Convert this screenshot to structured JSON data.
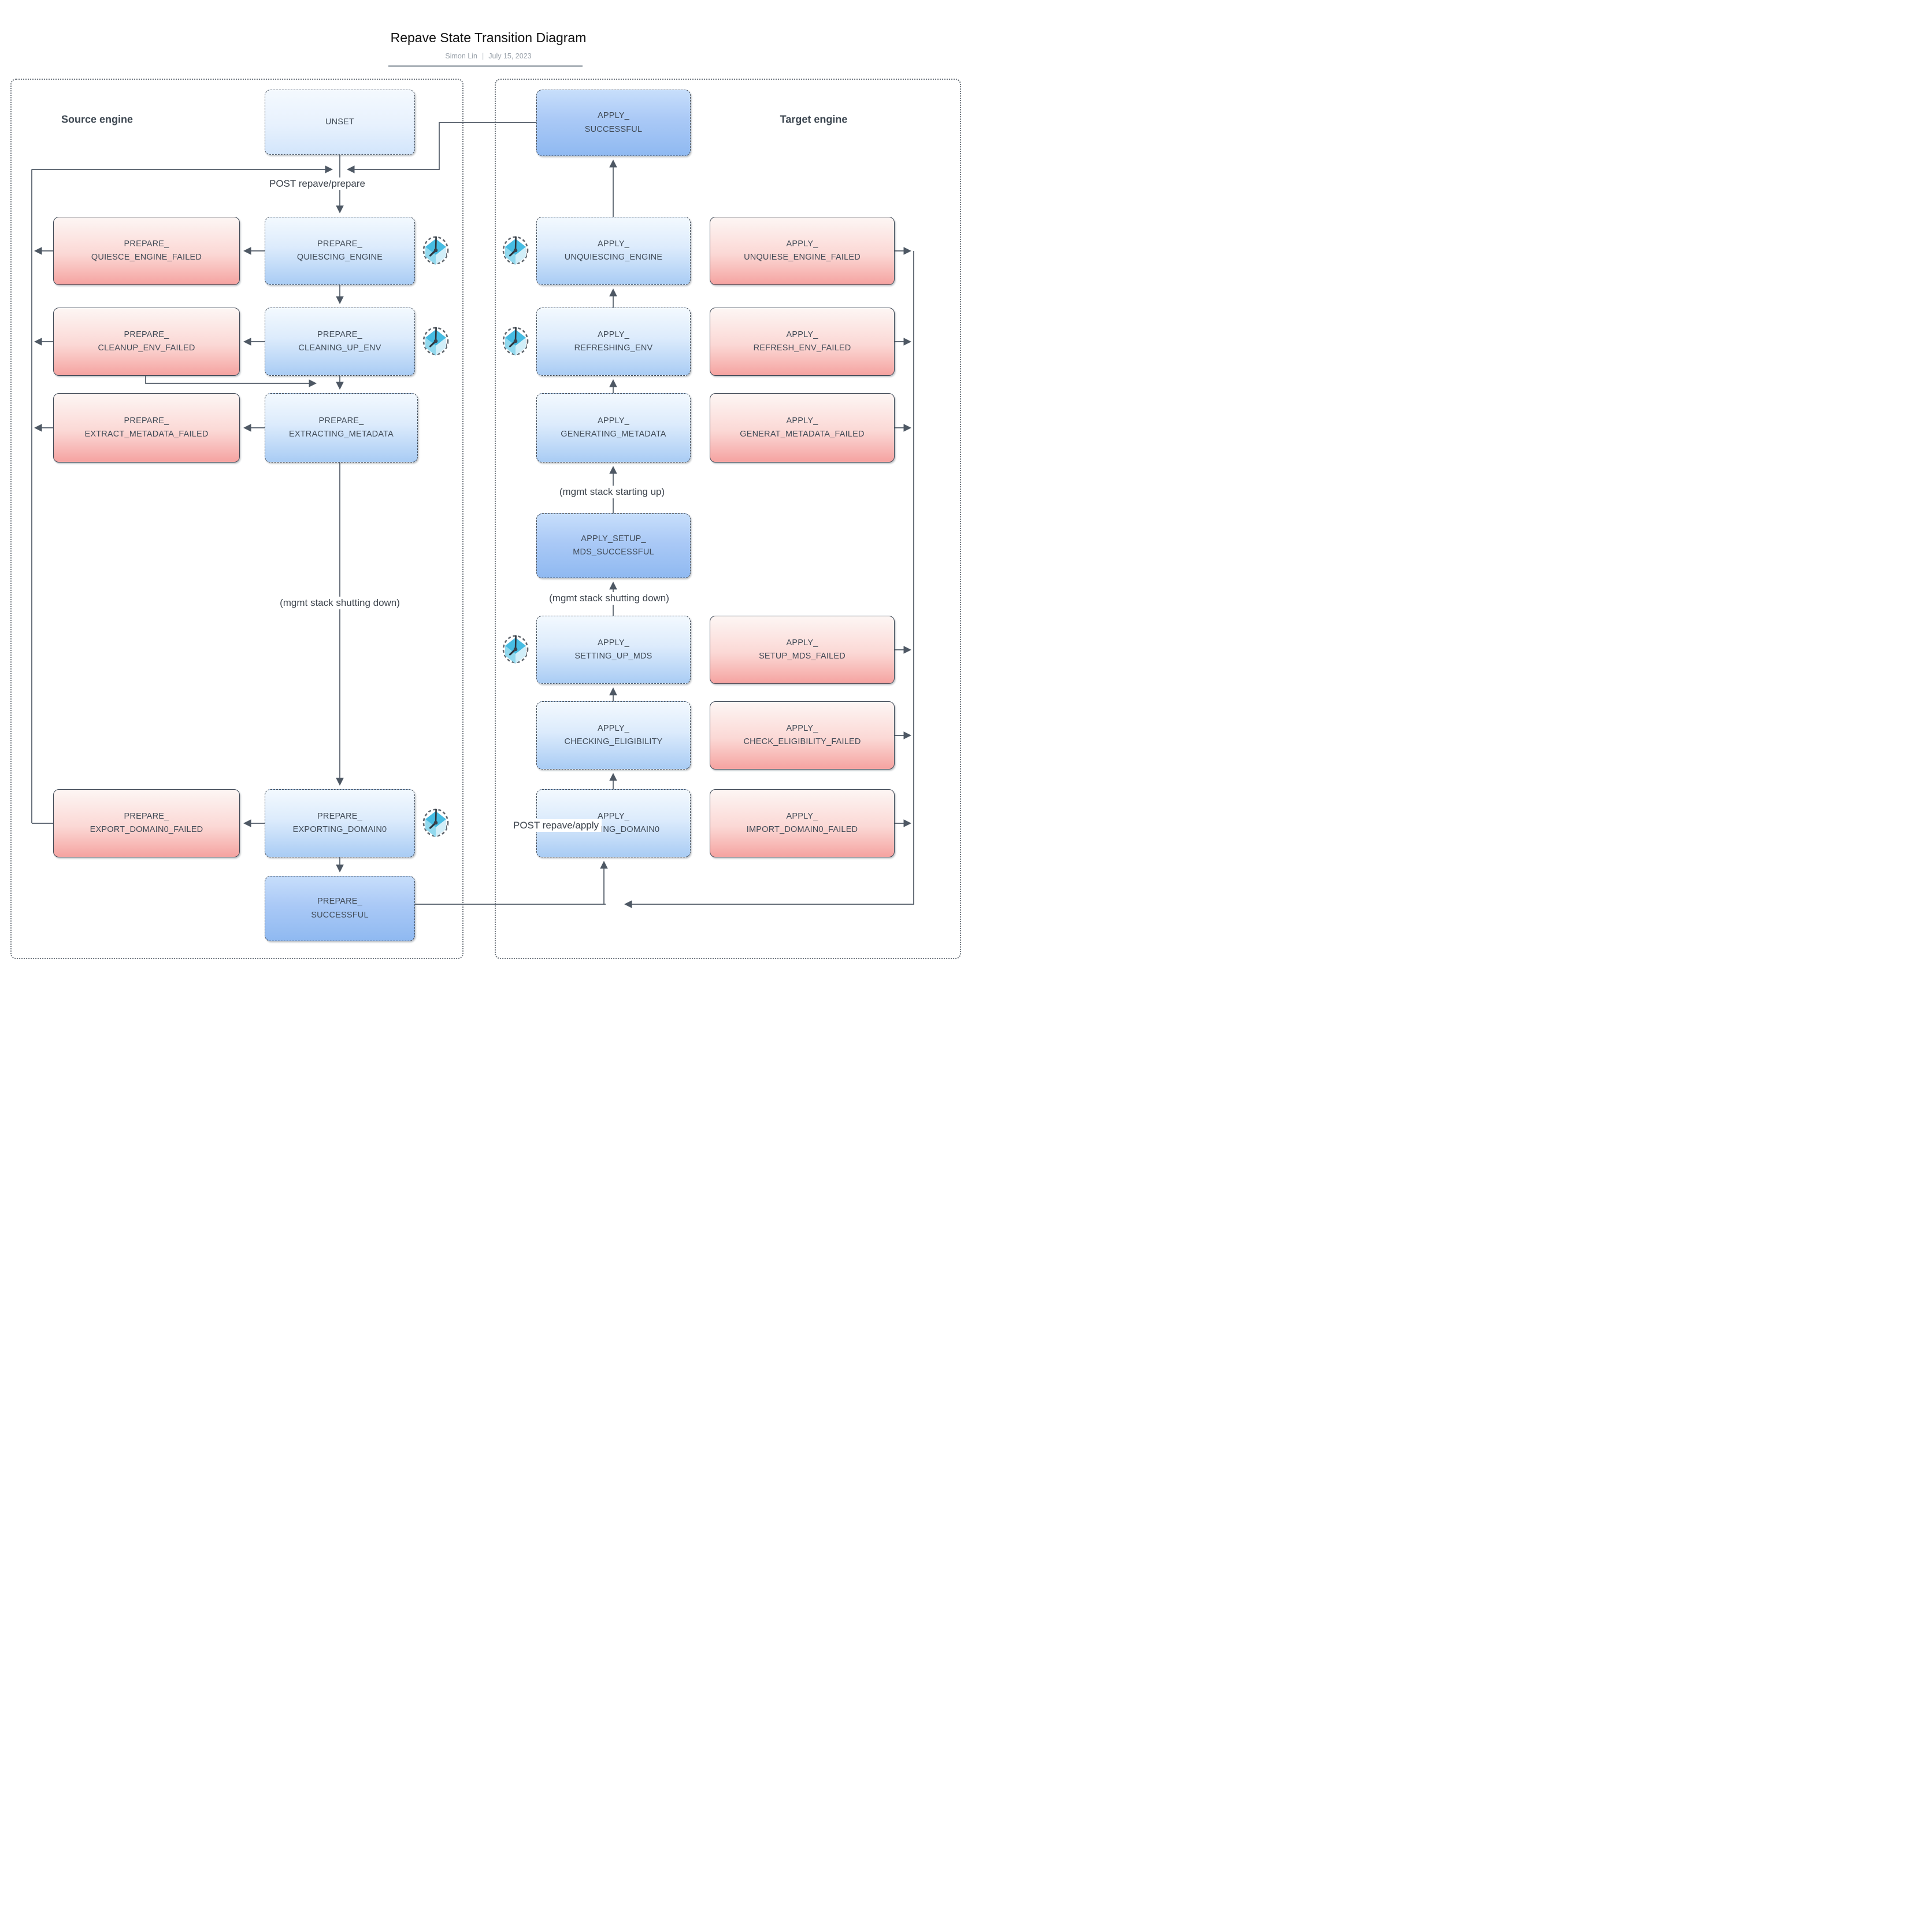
{
  "title": "Repave State Transition Diagram",
  "byline": {
    "author": "Simon Lin",
    "separator": "|",
    "date": "July 15, 2023"
  },
  "containers": {
    "source": "Source engine",
    "target": "Target engine"
  },
  "nodes": {
    "unset": {
      "label": [
        "UNSET"
      ],
      "kind": "state-light"
    },
    "prepare_quiescing_engine": {
      "label": [
        "PREPARE_",
        "QUIESCING_ENGINE"
      ],
      "kind": "state"
    },
    "prepare_quiesce_engine_failed": {
      "label": [
        "PREPARE_",
        "QUIESCE_ENGINE_FAILED"
      ],
      "kind": "failed"
    },
    "prepare_cleaning_up_env": {
      "label": [
        "PREPARE_",
        "CLEANING_UP_ENV"
      ],
      "kind": "state"
    },
    "prepare_cleanup_env_failed": {
      "label": [
        "PREPARE_",
        "CLEANUP_ENV_FAILED"
      ],
      "kind": "failed"
    },
    "prepare_extracting_metadata": {
      "label": [
        "PREPARE_",
        "EXTRACTING_METADATA"
      ],
      "kind": "state"
    },
    "prepare_extract_metadata_failed": {
      "label": [
        "PREPARE_",
        "EXTRACT_METADATA_FAILED"
      ],
      "kind": "failed"
    },
    "prepare_exporting_domain0": {
      "label": [
        "PREPARE_",
        "EXPORTING_DOMAIN0"
      ],
      "kind": "state"
    },
    "prepare_export_domain0_failed": {
      "label": [
        "PREPARE_",
        "EXPORT_DOMAIN0_FAILED"
      ],
      "kind": "failed"
    },
    "prepare_successful": {
      "label": [
        "PREPARE_",
        "SUCCESSFUL"
      ],
      "kind": "state-deep"
    },
    "apply_successful": {
      "label": [
        "APPLY_",
        "SUCCESSFUL"
      ],
      "kind": "state-deep"
    },
    "apply_unquiescing_engine": {
      "label": [
        "APPLY_",
        "UNQUIESCING_ENGINE"
      ],
      "kind": "state"
    },
    "apply_unquiese_engine_failed": {
      "label": [
        "APPLY_",
        "UNQUIESE_ENGINE_FAILED"
      ],
      "kind": "failed"
    },
    "apply_refreshing_env": {
      "label": [
        "APPLY_",
        "REFRESHING_ENV"
      ],
      "kind": "state"
    },
    "apply_refresh_env_failed": {
      "label": [
        "APPLY_",
        "REFRESH_ENV_FAILED"
      ],
      "kind": "failed"
    },
    "apply_generating_metadata": {
      "label": [
        "APPLY_",
        "GENERATING_METADATA"
      ],
      "kind": "state"
    },
    "apply_generat_metadata_failed": {
      "label": [
        "APPLY_",
        "GENERAT_METADATA_FAILED"
      ],
      "kind": "failed"
    },
    "apply_setup_mds_successful": {
      "label": [
        "APPLY_SETUP_",
        "MDS_SUCCESSFUL"
      ],
      "kind": "state-deep"
    },
    "apply_setting_up_mds": {
      "label": [
        "APPLY_",
        "SETTING_UP_MDS"
      ],
      "kind": "state"
    },
    "apply_setup_mds_failed": {
      "label": [
        "APPLY_",
        "SETUP_MDS_FAILED"
      ],
      "kind": "failed"
    },
    "apply_checking_eligibility": {
      "label": [
        "APPLY_",
        "CHECKING_ELIGIBILITY"
      ],
      "kind": "state"
    },
    "apply_check_eligibility_failed": {
      "label": [
        "APPLY_",
        "CHECK_ELIGIBILITY_FAILED"
      ],
      "kind": "failed"
    },
    "apply_importing_domain0": {
      "label": [
        "APPLY_",
        "IMPORTING_DOMAIN0"
      ],
      "kind": "state"
    },
    "apply_import_domain0_failed": {
      "label": [
        "APPLY_",
        "IMPORT_DOMAIN0_FAILED"
      ],
      "kind": "failed"
    }
  },
  "edge_labels": {
    "post_prepare": "POST repave/prepare",
    "post_apply": "POST repave/apply",
    "mgmt_shutting_down_source": "(mgmt stack shutting down)",
    "mgmt_starting_up": "(mgmt stack starting up)",
    "mgmt_shutting_down_target": "(mgmt stack shutting down)"
  },
  "icons": {
    "in_progress": "in-progress-icon"
  },
  "colors": {
    "state_gradient_top": "#f3f9fe",
    "state_gradient_bottom": "#a9ccf4",
    "state_deep_top": "#c7defb",
    "state_deep_bottom": "#8fb9f1",
    "failed_gradient_top": "#fdf6f4",
    "failed_gradient_bottom": "#f5a3a1",
    "box_border": "#3f4956",
    "edge_line": "#4e5864",
    "text": "#414b57",
    "container_border": "#70777f",
    "icon_cube_top": "#47bce2",
    "icon_cube_left": "#92d9ee",
    "icon_cube_right": "#d2eef8",
    "icon_ring": "#60666d"
  }
}
